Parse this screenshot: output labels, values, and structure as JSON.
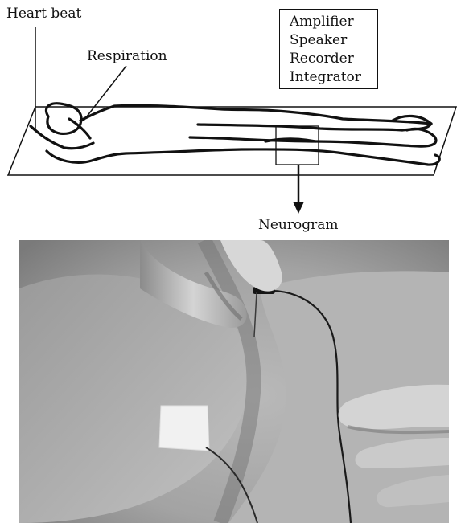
{
  "labels": {
    "heart_beat": "Heart beat",
    "respiration": "Respiration",
    "neurogram": "Neurogram"
  },
  "equipment": {
    "items": [
      "Amplifier",
      "Speaker",
      "Recorder",
      "Integrator"
    ]
  },
  "colors": {
    "line": "#111111",
    "background": "#ffffff",
    "photo_skin": "#a8a8a8",
    "photo_electrode_pad": "#f2f2f2",
    "photo_wire": "#1a1a1a"
  },
  "photo": {
    "description_icon": "microneurography-electrode-photo"
  }
}
